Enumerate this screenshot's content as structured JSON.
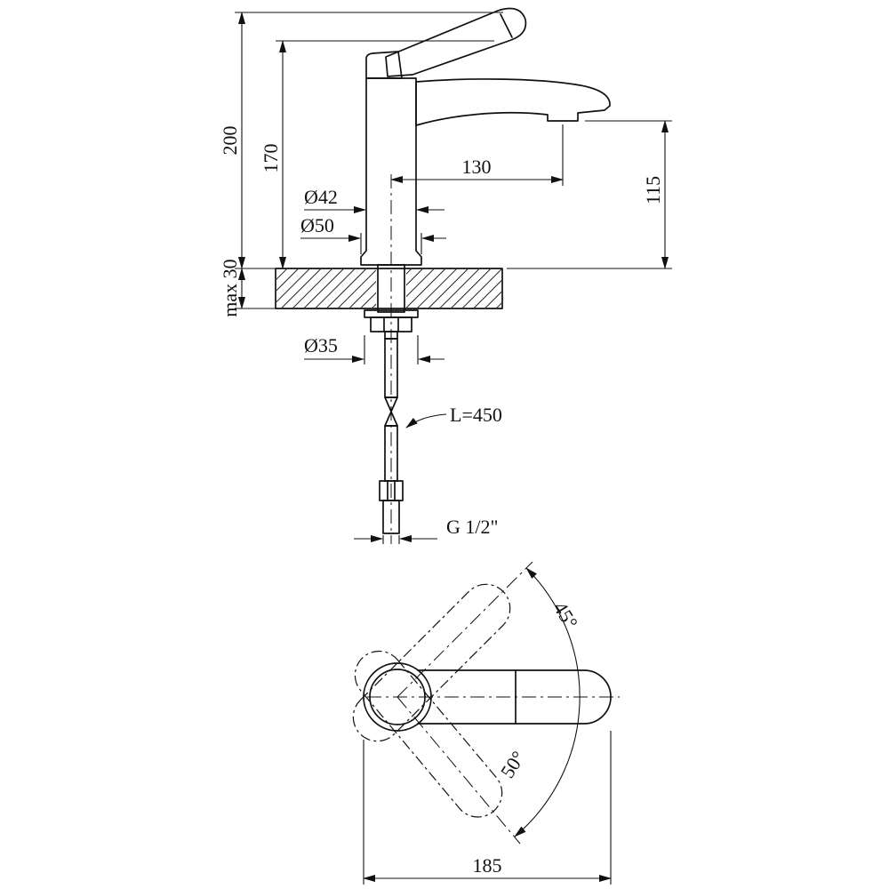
{
  "drawing": {
    "background": "#ffffff",
    "line_color": "#111111"
  },
  "side_view": {
    "labels": {
      "total_height": "200",
      "height_to_handle": "170",
      "spout_reach": "130",
      "spout_height": "115",
      "body_diameter": "Ø42",
      "base_diameter": "Ø50",
      "max_deck_thickness": "max 30",
      "mounting_hole_diameter": "Ø35",
      "hose_length": "L=450",
      "connection_thread": "G 1/2\""
    }
  },
  "top_view": {
    "labels": {
      "handle_swing_up": "45°",
      "handle_swing_down": "50°",
      "overall_length": "185"
    }
  }
}
